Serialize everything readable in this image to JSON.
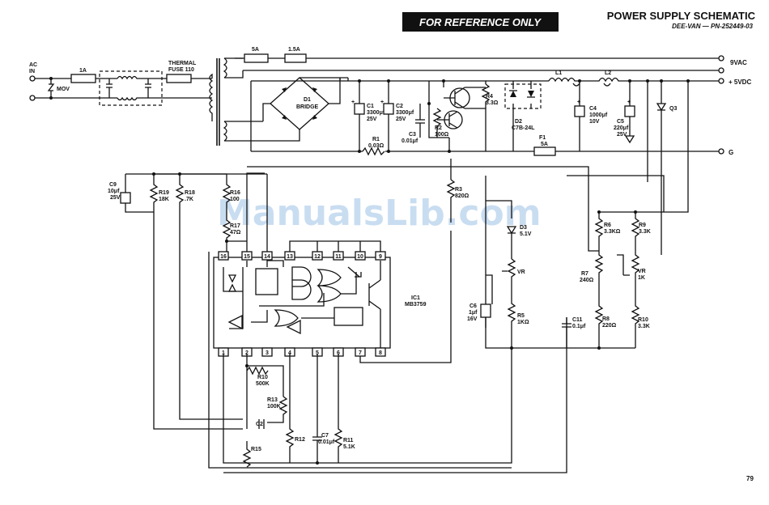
{
  "header": {
    "banner": "FOR REFERENCE ONLY",
    "title": "POWER SUPPLY SCHEMATIC",
    "subtitle": "DEE-VAN — PN-252449-03"
  },
  "page_number": "79",
  "watermark": "ManualsLib.com",
  "inputs": {
    "ac_in": [
      "AC",
      "IN"
    ],
    "mov": "MOV",
    "fuse_1a": "1A",
    "thermal_fuse": [
      "THERMAL",
      "FUSE 110"
    ]
  },
  "outputs": {
    "vac": "9VAC",
    "vdc": "+ 5VDC",
    "ground": "G"
  },
  "fuses": {
    "f_5a": "5A",
    "f_1_5a": "1.5A",
    "f1": [
      "F1",
      "5A"
    ]
  },
  "inductors": {
    "l1": "L1",
    "l2": "L2"
  },
  "bridge": [
    "D1",
    "BRIDGE"
  ],
  "capacitors": {
    "c1": [
      "C1",
      "3300μf",
      "25V"
    ],
    "c2": [
      "C2",
      "3300μf",
      "25V"
    ],
    "c3": [
      "C3",
      "0.01μf"
    ],
    "c4": [
      "C4",
      "1000μf",
      "10V"
    ],
    "c5": [
      "C5",
      "220μf",
      "25V"
    ],
    "c6": [
      "C6",
      "1μf",
      "16V"
    ],
    "c7": [
      "C7",
      "0.01μf"
    ],
    "c9": [
      "C9",
      "10μf",
      "25V"
    ],
    "c11": [
      "C11",
      "0.1μf"
    ],
    "c2b": "C2"
  },
  "resistors": {
    "r1": [
      "R1",
      "0.03Ω"
    ],
    "r2": [
      "R2",
      "100Ω"
    ],
    "r3": [
      "R3",
      "820Ω"
    ],
    "r4": [
      "R4",
      "3.3Ω"
    ],
    "r5": [
      "R5",
      "1KΩ"
    ],
    "r6": [
      "R6",
      "3.3KΩ"
    ],
    "r7": [
      "R7",
      "240Ω"
    ],
    "r8": [
      "R8",
      "220Ω"
    ],
    "r9": [
      "R9",
      "3.3K"
    ],
    "r10b": [
      "R10",
      "3.3K"
    ],
    "r10": [
      "R10",
      "500K"
    ],
    "r11": [
      "R11",
      "5.1K"
    ],
    "r12": "R12",
    "r13": [
      "R13",
      "100K"
    ],
    "r15": "R15",
    "r16": [
      "R16",
      "100"
    ],
    "r17": [
      "R17",
      "47Ω"
    ],
    "r18": [
      "R18",
      ".7K"
    ],
    "r19": [
      "R19",
      "18K"
    ]
  },
  "semis": {
    "d2": [
      "D2",
      "C7B-24L"
    ],
    "d3": [
      "D3",
      "5.1V"
    ],
    "q3": "Q3",
    "vr1": "VR",
    "vr2": [
      "VR",
      "1K"
    ],
    "ic": [
      "IC1",
      "MB3759"
    ]
  },
  "ic_pins_top": [
    "16",
    "15",
    "14",
    "13",
    "12",
    "11",
    "10",
    "9"
  ],
  "ic_pins_bottom": [
    "1",
    "2",
    "3",
    "4",
    "5",
    "6",
    "7",
    "8"
  ]
}
